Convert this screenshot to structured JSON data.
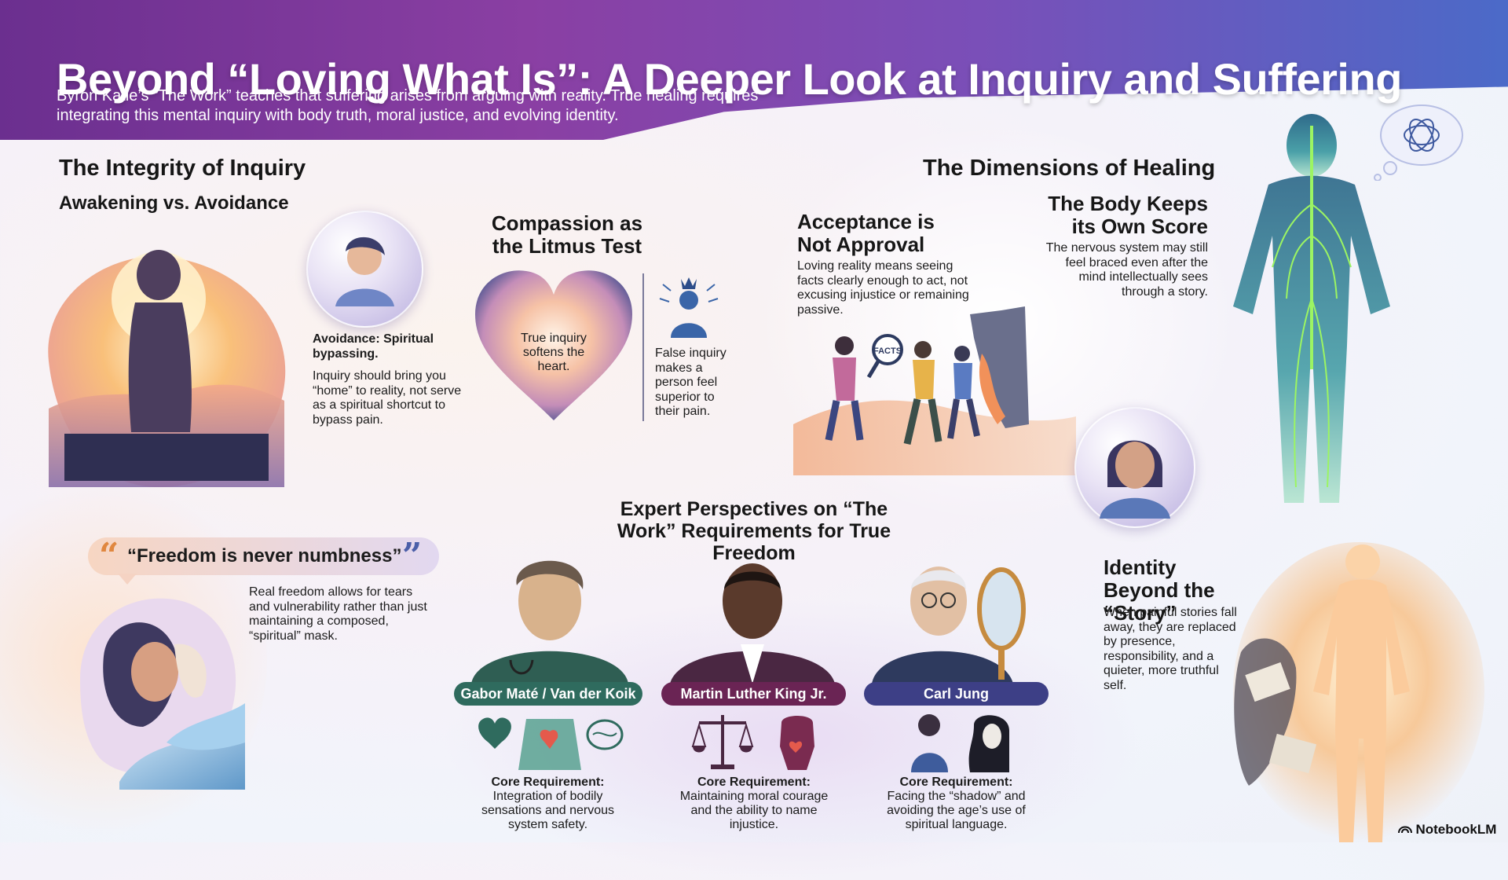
{
  "header": {
    "title": "Beyond “Loving What Is”: A Deeper Look at Inquiry and Suffering",
    "subtitle": "Byron Katie’s ”The Work” teaches that suffering arises from arguing with reality. True healing requires integrating this mental inquiry with body truth, moral justice, and evolving identity."
  },
  "integrity": {
    "title": "The Integrity of Inquiry",
    "subtitle": "Awakening vs. Avoidance",
    "avoid_heading": "Avoidance: Spiritual bypassing.",
    "avoid_text": "Inquiry should bring you “home” to reality, not serve as a spiritual shortcut to bypass pain."
  },
  "compassion": {
    "title": "Compassion as the Litmus Test",
    "true_text": "True inquiry softens the heart.",
    "false_text": "False inquiry makes a person feel superior to their pain."
  },
  "freedom": {
    "quote": "“Freedom is never numbness”",
    "text": "Real freedom allows for tears and vulnerability rather than just maintaining a composed, “spiritual” mask."
  },
  "healing": {
    "title": "The Dimensions of Healing",
    "acceptance_title": "Acceptance is Not Approval",
    "acceptance_text": "Loving reality means seeing facts clearly enough to act, not excusing injustice or remaining passive.",
    "facts_label": "FACTS",
    "body_title": "The Body Keeps its Own Score",
    "body_text": "The nervous system may still feel braced even after the mind intellectually sees through a story.",
    "identity_title": "Identity Beyond the “Story”",
    "identity_text": "When painful stories fall away, they are replaced by presence, responsibility, and a quieter, more truthful self."
  },
  "experts": {
    "title": "Expert Perspectives on “The Work” Requirements for True Freedom",
    "items": [
      {
        "name": "Gabor Maté / Van der Koik",
        "req_label": "Core Requirement:",
        "req_text": "Integration of bodily sensations and nervous system safety.",
        "color": "#2f6b5e"
      },
      {
        "name": "Martin Luther King Jr.",
        "req_label": "Core Requirement:",
        "req_text": "Maintaining moral courage and the ability to name injustice.",
        "color": "#6a2454"
      },
      {
        "name": "Carl Jung",
        "req_label": "Core Requirement:",
        "req_text": "Facing the “shadow” and avoiding the age’s use of spiritual language.",
        "color": "#3d3f86"
      }
    ]
  },
  "footer": {
    "brand": "NotebookLM"
  },
  "icons": [
    "quote-open-icon",
    "quote-close-icon",
    "crown-person-icon",
    "heart-icon",
    "brain-icon",
    "scales-icon",
    "fist-icon",
    "mask-icon",
    "thought-bubble-icon",
    "notebooklm-logo-icon"
  ],
  "colors": {
    "header_start": "#6b2f8f",
    "header_end": "#4b6ac8",
    "accent_orange": "#f0a060",
    "accent_purple": "#7a4fb8"
  }
}
